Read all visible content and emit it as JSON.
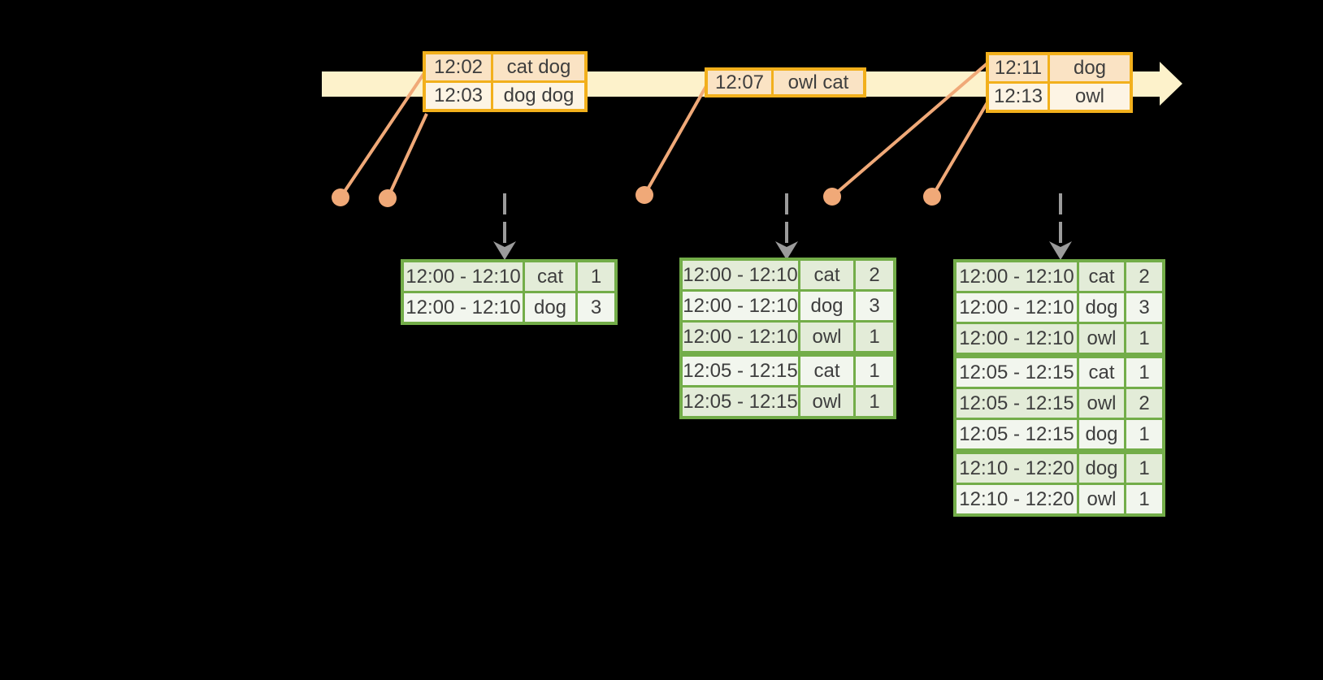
{
  "colors": {
    "background": "#000000",
    "timeline_fill": "#fdf2cb",
    "event_table_border": "#f2b01c",
    "event_row_dark": "#fae3c4",
    "event_row_light": "#fdf4e4",
    "result_table_border": "#73ad49",
    "result_row_dark": "#e3ecd8",
    "result_row_light": "#f2f6ee",
    "connector_and_dots": "#f0a978",
    "trigger_arrow": "#9b9b9b",
    "table_text": "#3e3e3e"
  },
  "input_batches": [
    {
      "rows": [
        [
          "12:02",
          "cat dog"
        ],
        [
          "12:03",
          "dog dog"
        ]
      ],
      "group_breaks": []
    },
    {
      "rows": [
        [
          "12:07",
          "owl cat"
        ]
      ],
      "group_breaks": []
    },
    {
      "rows": [
        [
          "12:11",
          "dog"
        ],
        [
          "12:13",
          "owl"
        ]
      ],
      "group_breaks": []
    }
  ],
  "result_tables": [
    {
      "rows": [
        [
          "12:00 - 12:10",
          "cat",
          "1"
        ],
        [
          "12:00 - 12:10",
          "dog",
          "3"
        ]
      ],
      "group_breaks": []
    },
    {
      "rows": [
        [
          "12:00 - 12:10",
          "cat",
          "2"
        ],
        [
          "12:00 - 12:10",
          "dog",
          "3"
        ],
        [
          "12:00 - 12:10",
          "owl",
          "1"
        ],
        [
          "12:05 - 12:15",
          "cat",
          "1"
        ],
        [
          "12:05 - 12:15",
          "owl",
          "1"
        ]
      ],
      "group_breaks": [
        3
      ]
    },
    {
      "rows": [
        [
          "12:00 - 12:10",
          "cat",
          "2"
        ],
        [
          "12:00 - 12:10",
          "dog",
          "3"
        ],
        [
          "12:00 - 12:10",
          "owl",
          "1"
        ],
        [
          "12:05 - 12:15",
          "cat",
          "1"
        ],
        [
          "12:05 - 12:15",
          "owl",
          "2"
        ],
        [
          "12:05 - 12:15",
          "dog",
          "1"
        ],
        [
          "12:10 - 12:20",
          "dog",
          "1"
        ],
        [
          "12:10 - 12:20",
          "owl",
          "1"
        ]
      ],
      "group_breaks": [
        3,
        6
      ]
    }
  ]
}
